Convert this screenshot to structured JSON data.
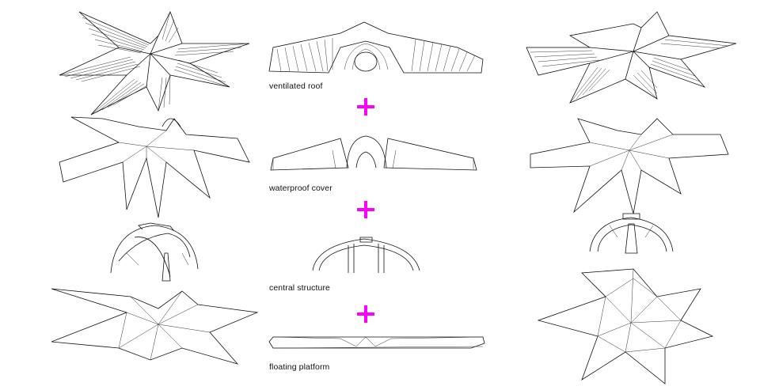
{
  "layers": [
    {
      "id": "roof",
      "label": "ventilated roof"
    },
    {
      "id": "cover",
      "label": "waterproof cover"
    },
    {
      "id": "structure",
      "label": "central structure"
    },
    {
      "id": "platform",
      "label": "floating platform"
    }
  ],
  "connector_symbol_color": "#ff00ff",
  "line_color": "#111111",
  "background_color": "#ffffff"
}
